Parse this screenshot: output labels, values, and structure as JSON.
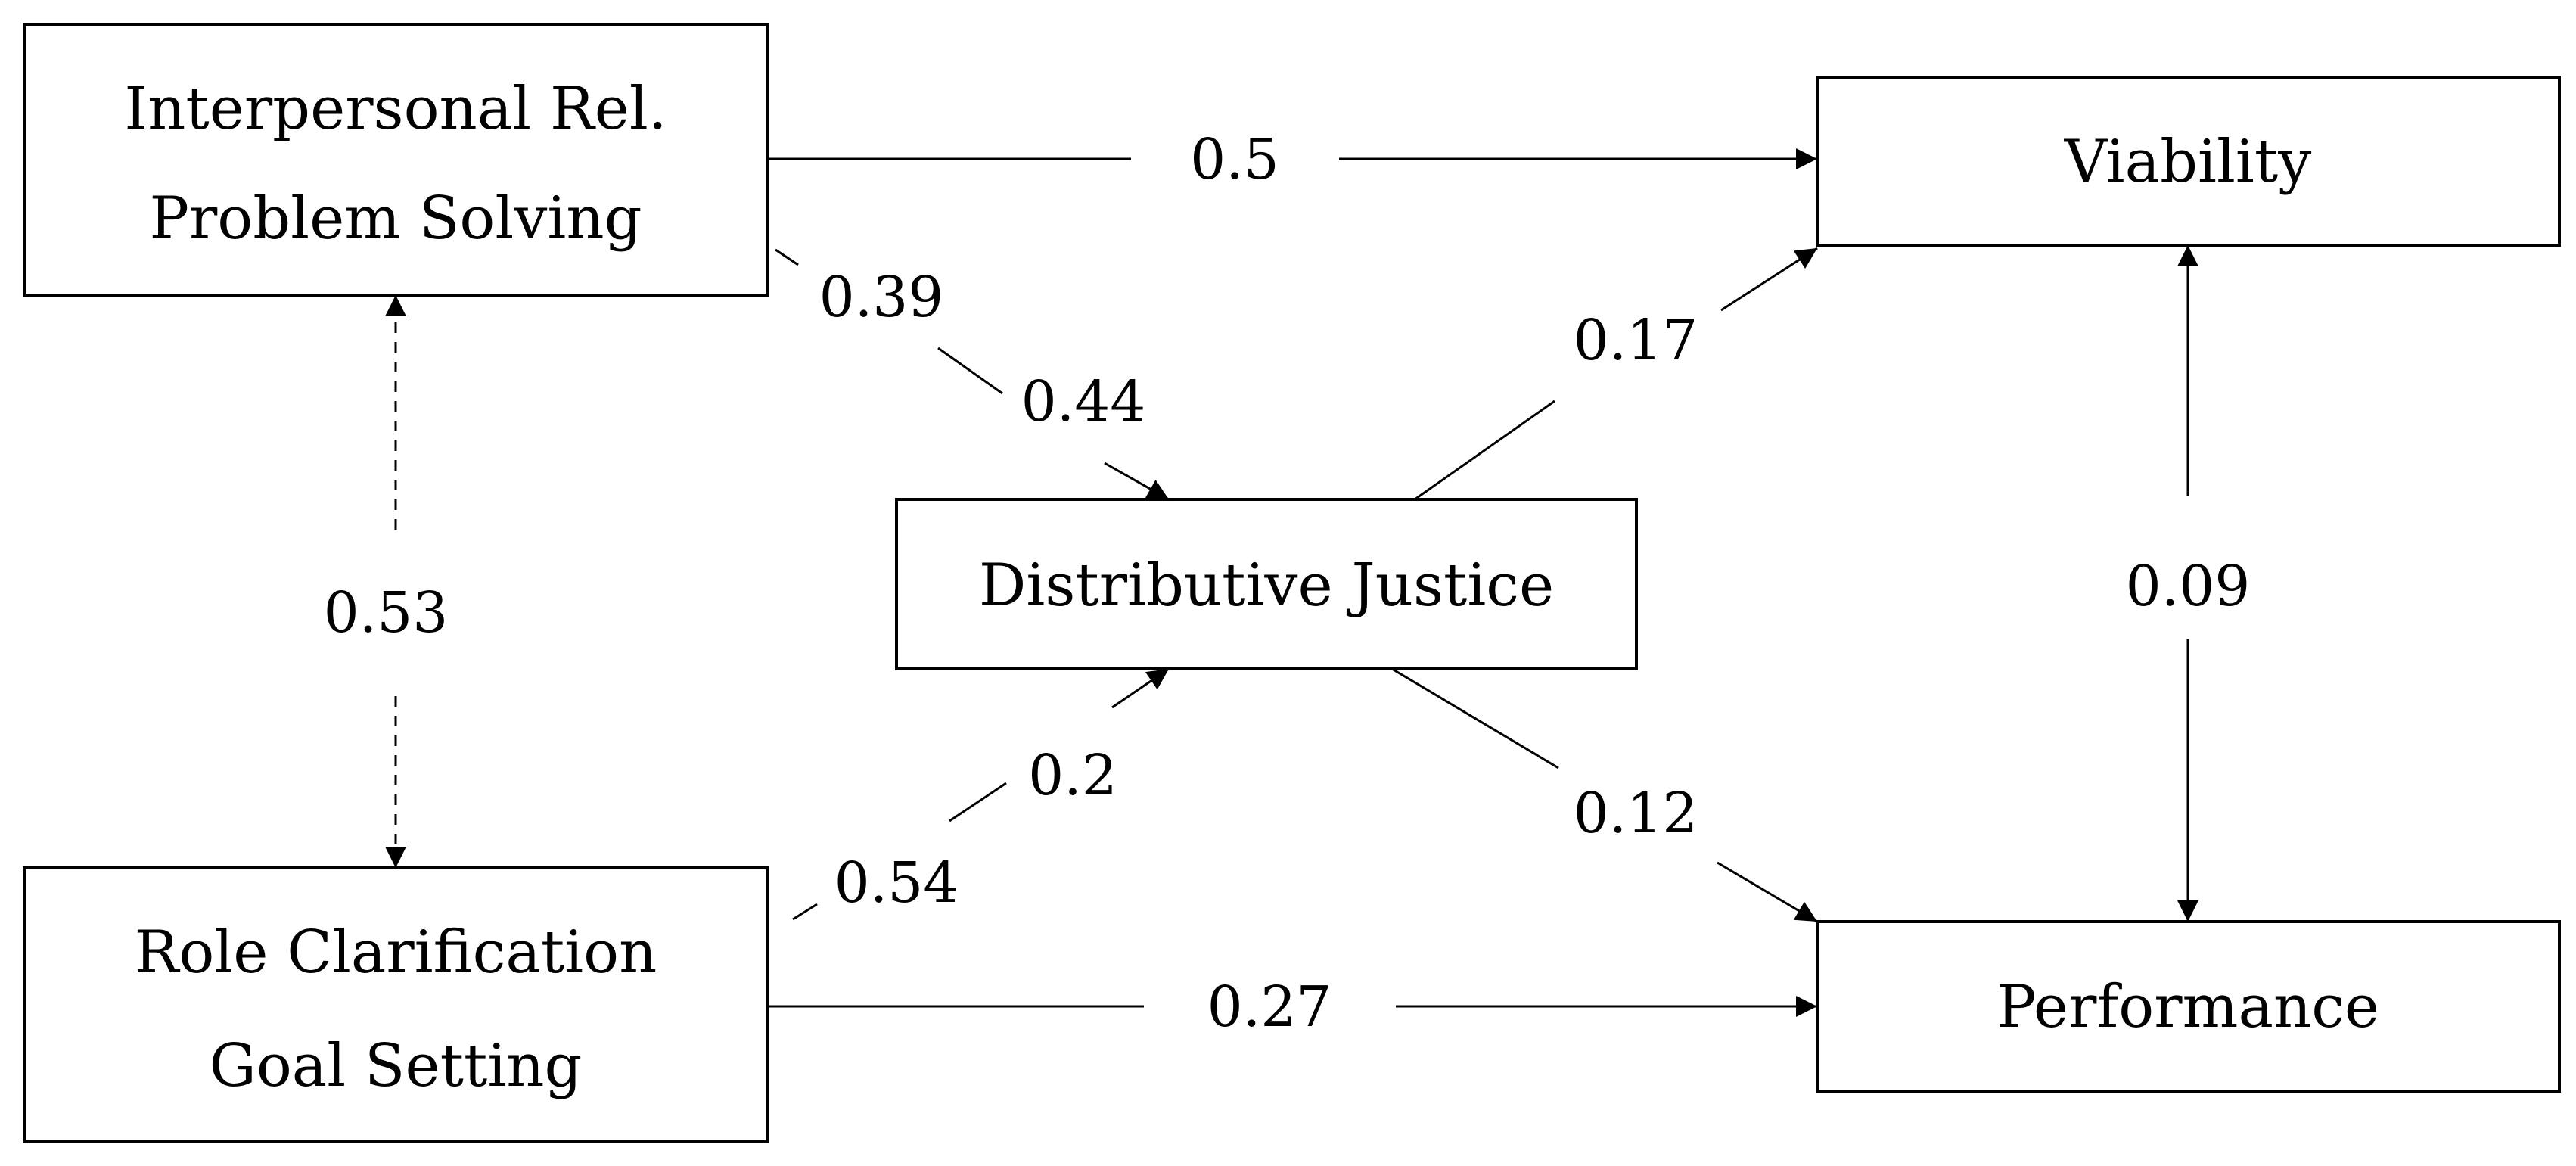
{
  "nodes": {
    "interpersonal": {
      "line1": "Interpersonal Rel.",
      "line2": "Problem Solving"
    },
    "role": {
      "line1": "Role Clarification",
      "line2": "Goal Setting"
    },
    "justice": {
      "label": "Distributive Justice"
    },
    "viability": {
      "label": "Viability"
    },
    "performance": {
      "label": "Performance"
    }
  },
  "edges": {
    "interpersonal_viability": "0.5",
    "interpersonal_justice_a": "0.39",
    "interpersonal_justice_b": "0.44",
    "interpersonal_role": "0.53",
    "role_justice_a": "0.54",
    "role_justice_b": "0.2",
    "role_performance": "0.27",
    "justice_viability": "0.17",
    "justice_performance": "0.12",
    "viability_performance": "0.09"
  },
  "colors": {
    "stroke": "#000000",
    "background": "#ffffff"
  }
}
